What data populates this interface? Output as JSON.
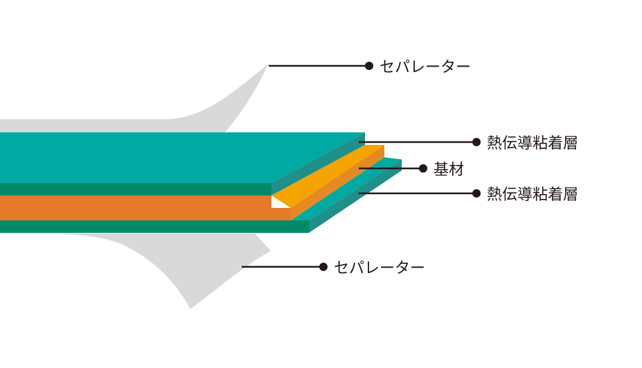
{
  "labels": {
    "separator_top": "セパレーター",
    "adhesive_top": "熱伝導粘着層",
    "substrate": "基材",
    "adhesive_bottom": "熱伝導粘着層",
    "separator_bottom": "セパレーター"
  },
  "colors": {
    "separator": "#d9d9d9",
    "separator_edge": "#bdbdbd",
    "adhesive_top_face": "#00aaa3",
    "adhesive_front": "#008a68",
    "adhesive_side": "#1f8f8a",
    "substrate_top": "#f5a400",
    "substrate_front": "#e47a2a",
    "substrate_side": "#e58a22",
    "leader": "#231815"
  }
}
